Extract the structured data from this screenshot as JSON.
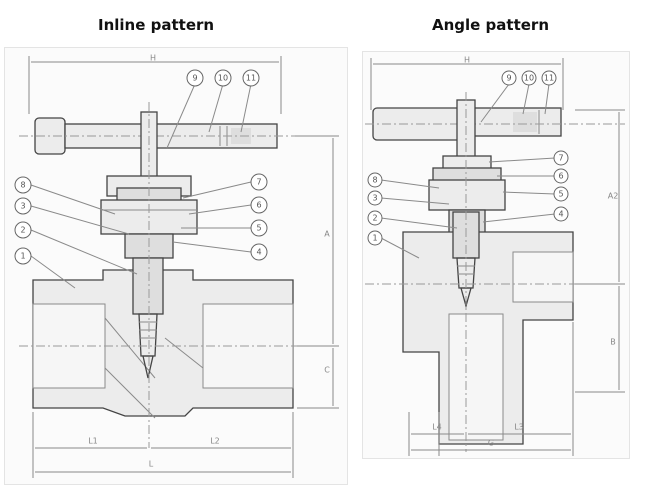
{
  "titles": {
    "inline": "Inline pattern",
    "angle": "Angle pattern"
  },
  "inline": {
    "dims": {
      "H": "H",
      "A": "A",
      "C": "C",
      "L1": "L1",
      "L2": "L2",
      "L": "L"
    },
    "balloons": [
      "8",
      "3",
      "2",
      "1",
      "7",
      "6",
      "5",
      "4",
      "9",
      "10",
      "11"
    ]
  },
  "angle": {
    "dims": {
      "H": "H",
      "A2": "A2",
      "B": "B",
      "L4": "L4",
      "L3": "L3",
      "G": "G"
    },
    "balloons": [
      "8",
      "3",
      "2",
      "1",
      "7",
      "6",
      "5",
      "4",
      "9",
      "10",
      "11"
    ]
  }
}
